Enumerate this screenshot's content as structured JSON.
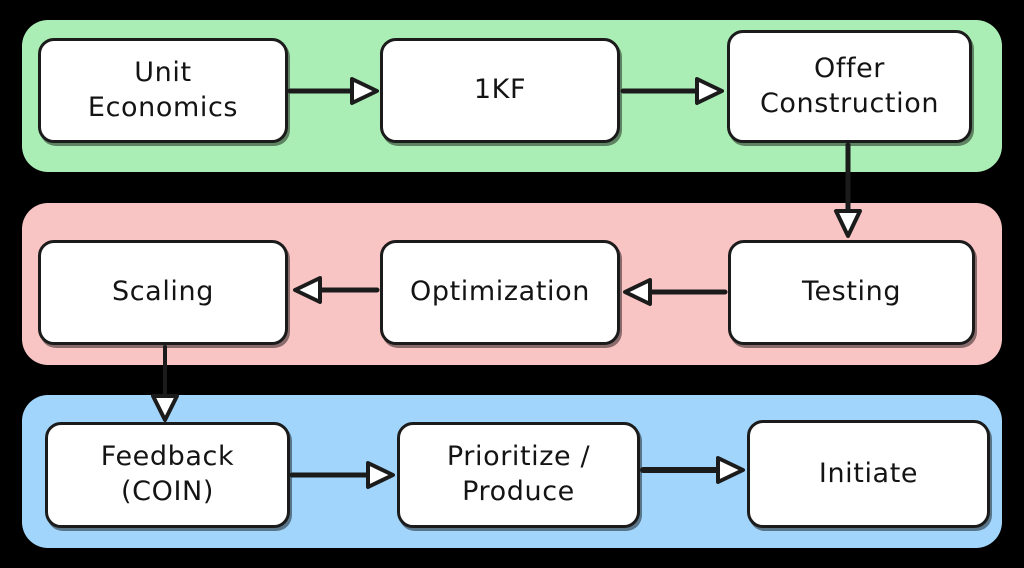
{
  "diagram": {
    "type": "flowchart",
    "background_color": "#000000",
    "node_fill": "#ffffff",
    "node_stroke": "#1b1b1b",
    "edge_color": "#1b1b1b",
    "arrowhead_style": "hollow-triangle",
    "groups": [
      {
        "id": "group-green",
        "name": "top-row-group",
        "color": "#abeeb5",
        "nodes": [
          {
            "id": "unit-economics",
            "label": "Unit\nEconomics"
          },
          {
            "id": "1kf",
            "label": "1KF"
          },
          {
            "id": "offer-construction",
            "label": "Offer\nConstruction"
          }
        ]
      },
      {
        "id": "group-pink",
        "name": "middle-row-group",
        "color": "#f9c4c4",
        "nodes": [
          {
            "id": "scaling",
            "label": "Scaling"
          },
          {
            "id": "optimization",
            "label": "Optimization"
          },
          {
            "id": "testing",
            "label": "Testing"
          }
        ]
      },
      {
        "id": "group-blue",
        "name": "bottom-row-group",
        "color": "#a2d5fb",
        "nodes": [
          {
            "id": "feedback-coin",
            "label": "Feedback\n(COIN)"
          },
          {
            "id": "prioritize-produce",
            "label": "Prioritize /\nProduce"
          },
          {
            "id": "initiate",
            "label": "Initiate"
          }
        ]
      }
    ],
    "edges": [
      {
        "id": "edge-unit-economics-to-1kf",
        "from": "unit-economics",
        "to": "1kf",
        "direction": "right"
      },
      {
        "id": "edge-1kf-to-offer-construction",
        "from": "1kf",
        "to": "offer-construction",
        "direction": "right"
      },
      {
        "id": "edge-offer-construction-to-testing",
        "from": "offer-construction",
        "to": "testing",
        "direction": "down"
      },
      {
        "id": "edge-testing-to-optimization",
        "from": "testing",
        "to": "optimization",
        "direction": "left"
      },
      {
        "id": "edge-optimization-to-scaling",
        "from": "optimization",
        "to": "scaling",
        "direction": "left"
      },
      {
        "id": "edge-scaling-to-feedback",
        "from": "scaling",
        "to": "feedback-coin",
        "direction": "down"
      },
      {
        "id": "edge-feedback-to-prioritize",
        "from": "feedback-coin",
        "to": "prioritize-produce",
        "direction": "right"
      },
      {
        "id": "edge-prioritize-to-initiate",
        "from": "prioritize-produce",
        "to": "initiate",
        "direction": "right"
      }
    ]
  }
}
